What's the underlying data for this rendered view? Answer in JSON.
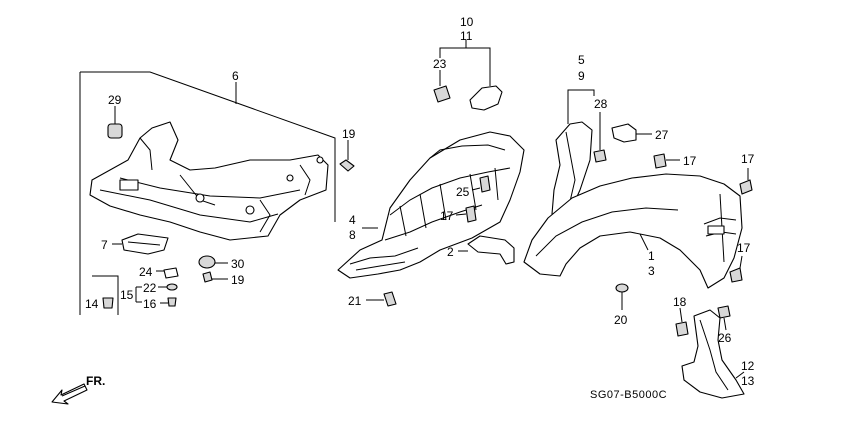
{
  "callouts": {
    "c1": "1",
    "c2": "2",
    "c3": "3",
    "c4": "4",
    "c5": "5",
    "c6": "6",
    "c7": "7",
    "c8": "8",
    "c9": "9",
    "c10": "10",
    "c11": "11",
    "c12": "12",
    "c13": "13",
    "c14": "14",
    "c15": "15",
    "c16": "16",
    "c17a": "17",
    "c17b": "17",
    "c17c": "17",
    "c17d": "17",
    "c18": "18",
    "c19a": "19",
    "c19b": "19",
    "c20": "20",
    "c21": "21",
    "c22": "22",
    "c23": "23",
    "c24": "24",
    "c25": "25",
    "c26": "26",
    "c27": "27",
    "c28": "28",
    "c29": "29",
    "c30": "30"
  },
  "diagram_code": "SG07-B5000C",
  "direction": {
    "label": "FR."
  }
}
